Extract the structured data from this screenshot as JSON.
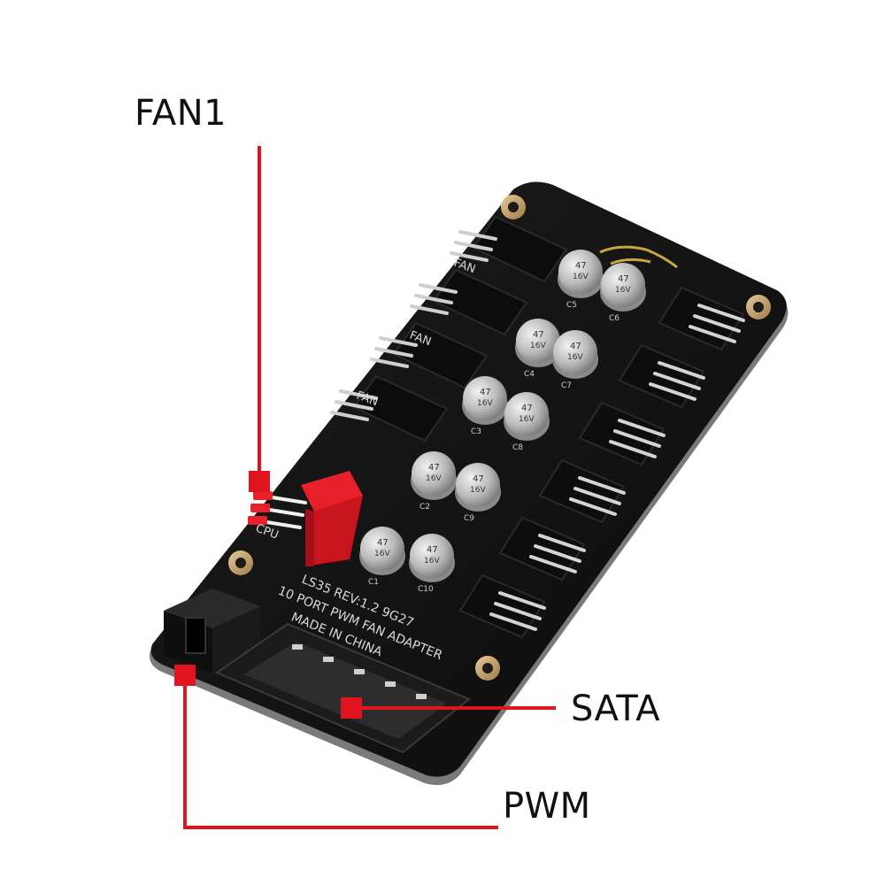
{
  "callouts": {
    "fan1": "FAN1",
    "sata": "SATA",
    "pwm": "PWM"
  },
  "board": {
    "silkscreen_line1": "LS35 REV:1.2 9G27",
    "silkscreen_line2": "10 PORT PWM FAN ADAPTER",
    "silkscreen_line3": "MADE IN CHINA",
    "port_label_fan": "FAN",
    "port_label_cpu": "CPU",
    "capacitor_value": "47",
    "capacitor_voltage": "16V",
    "capacitor_labels": [
      "C1",
      "C2",
      "C3",
      "C4",
      "C5",
      "C6",
      "C7",
      "C8",
      "C9",
      "C10"
    ]
  },
  "colors": {
    "callout_line": "#e0141e",
    "board": "#141414",
    "highlight_connector": "#e8202a"
  }
}
